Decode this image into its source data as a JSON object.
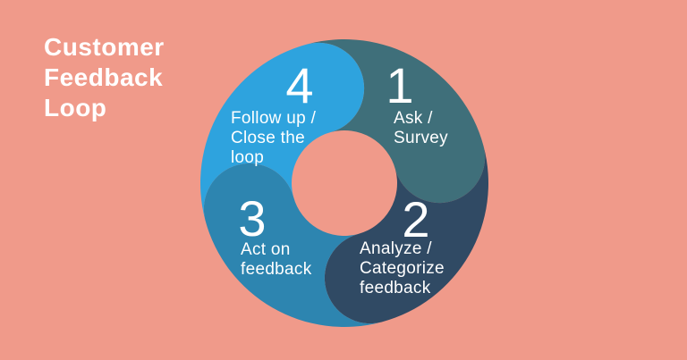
{
  "background_color": "#F09A8A",
  "title": {
    "text": "Customer Feedback Loop",
    "lines": [
      "Customer",
      "Feedback",
      "Loop"
    ],
    "color": "#FFFFFF"
  },
  "diagram": {
    "type": "circular-loop",
    "text_color": "#FFFFFF",
    "hole_color": "#F09A8A",
    "segments": [
      {
        "number": "1",
        "label": "Ask / Survey",
        "label_lines": [
          "Ask /",
          "Survey"
        ],
        "color": "#3F6F7A",
        "position": "top-right"
      },
      {
        "number": "2",
        "label": "Analyze / Categorize feedback",
        "label_lines": [
          "Analyze /",
          "Categorize",
          "feedback"
        ],
        "color": "#304A64",
        "position": "bottom-right"
      },
      {
        "number": "3",
        "label": "Act on feedback",
        "label_lines": [
          "Act on",
          "feedback"
        ],
        "color": "#2D85B0",
        "position": "bottom-left"
      },
      {
        "number": "4",
        "label": "Follow up / Close the loop",
        "label_lines": [
          "Follow up /",
          "Close the",
          "loop"
        ],
        "color": "#2EA3DE",
        "position": "top-left"
      }
    ]
  }
}
